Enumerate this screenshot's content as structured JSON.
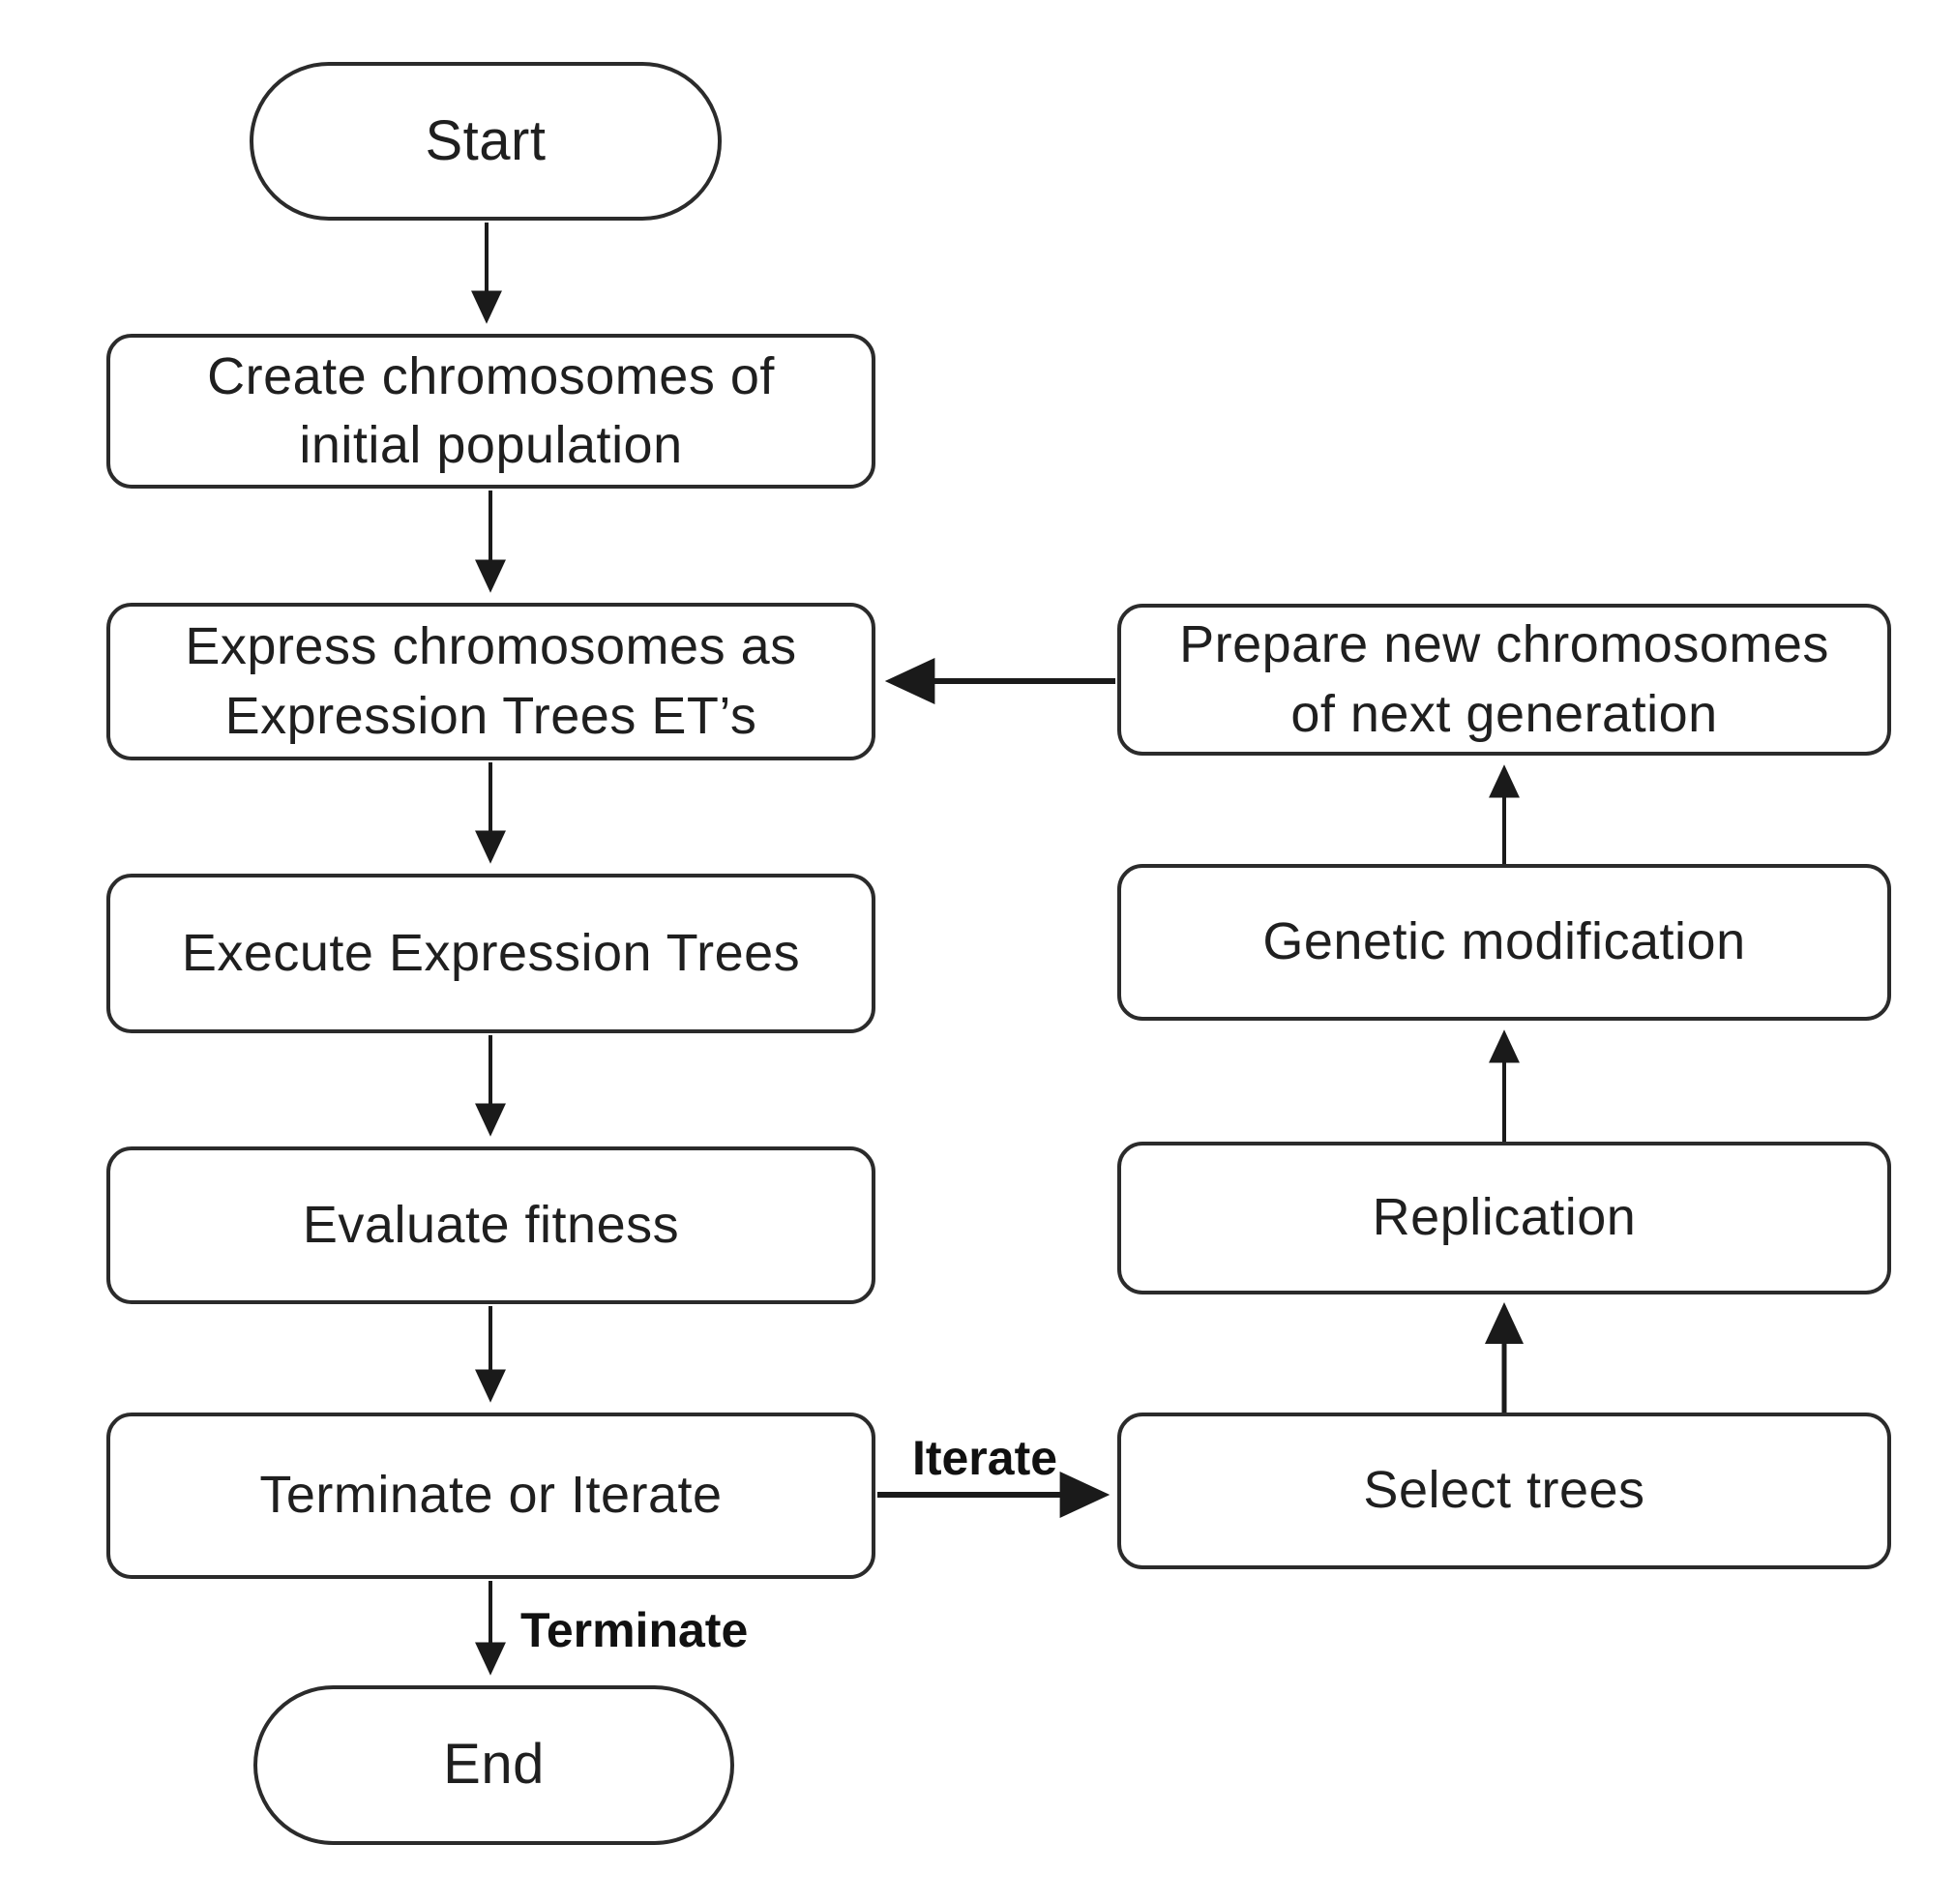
{
  "diagram": {
    "colors": {
      "background": "#ffffff",
      "node_fill": "#ffffff",
      "node_border": "#2b2b2b",
      "arrow": "#1a1a1a",
      "text": "#1f1f1f"
    },
    "nodes": {
      "start": {
        "label": "Start",
        "shape": "stadium"
      },
      "create_chromosomes": {
        "label": "Create chromosomes of\ninitial population",
        "shape": "rounded-rect"
      },
      "express_chromosomes": {
        "label": "Express chromosomes as\nExpression Trees ET’s",
        "shape": "rounded-rect"
      },
      "execute_trees": {
        "label": "Execute Expression Trees",
        "shape": "rounded-rect"
      },
      "evaluate_fitness": {
        "label": "Evaluate fitness",
        "shape": "rounded-rect"
      },
      "terminate_or_iterate": {
        "label": "Terminate or Iterate",
        "shape": "rounded-rect"
      },
      "end": {
        "label": "End",
        "shape": "stadium"
      },
      "prepare_new_chromosomes": {
        "label": "Prepare new chromosomes\nof next generation",
        "shape": "rounded-rect"
      },
      "genetic_modification": {
        "label": "Genetic modification",
        "shape": "rounded-rect"
      },
      "replication": {
        "label": "Replication",
        "shape": "rounded-rect"
      },
      "select_trees": {
        "label": "Select trees",
        "shape": "rounded-rect"
      }
    },
    "edge_labels": {
      "iterate": "Iterate",
      "terminate": "Terminate"
    },
    "edges": [
      {
        "from": "start",
        "to": "create_chromosomes"
      },
      {
        "from": "create_chromosomes",
        "to": "express_chromosomes"
      },
      {
        "from": "express_chromosomes",
        "to": "execute_trees"
      },
      {
        "from": "execute_trees",
        "to": "evaluate_fitness"
      },
      {
        "from": "evaluate_fitness",
        "to": "terminate_or_iterate"
      },
      {
        "from": "terminate_or_iterate",
        "to": "end",
        "label": "Terminate"
      },
      {
        "from": "terminate_or_iterate",
        "to": "select_trees",
        "label": "Iterate"
      },
      {
        "from": "select_trees",
        "to": "replication"
      },
      {
        "from": "replication",
        "to": "genetic_modification"
      },
      {
        "from": "genetic_modification",
        "to": "prepare_new_chromosomes"
      },
      {
        "from": "prepare_new_chromosomes",
        "to": "express_chromosomes"
      }
    ]
  }
}
